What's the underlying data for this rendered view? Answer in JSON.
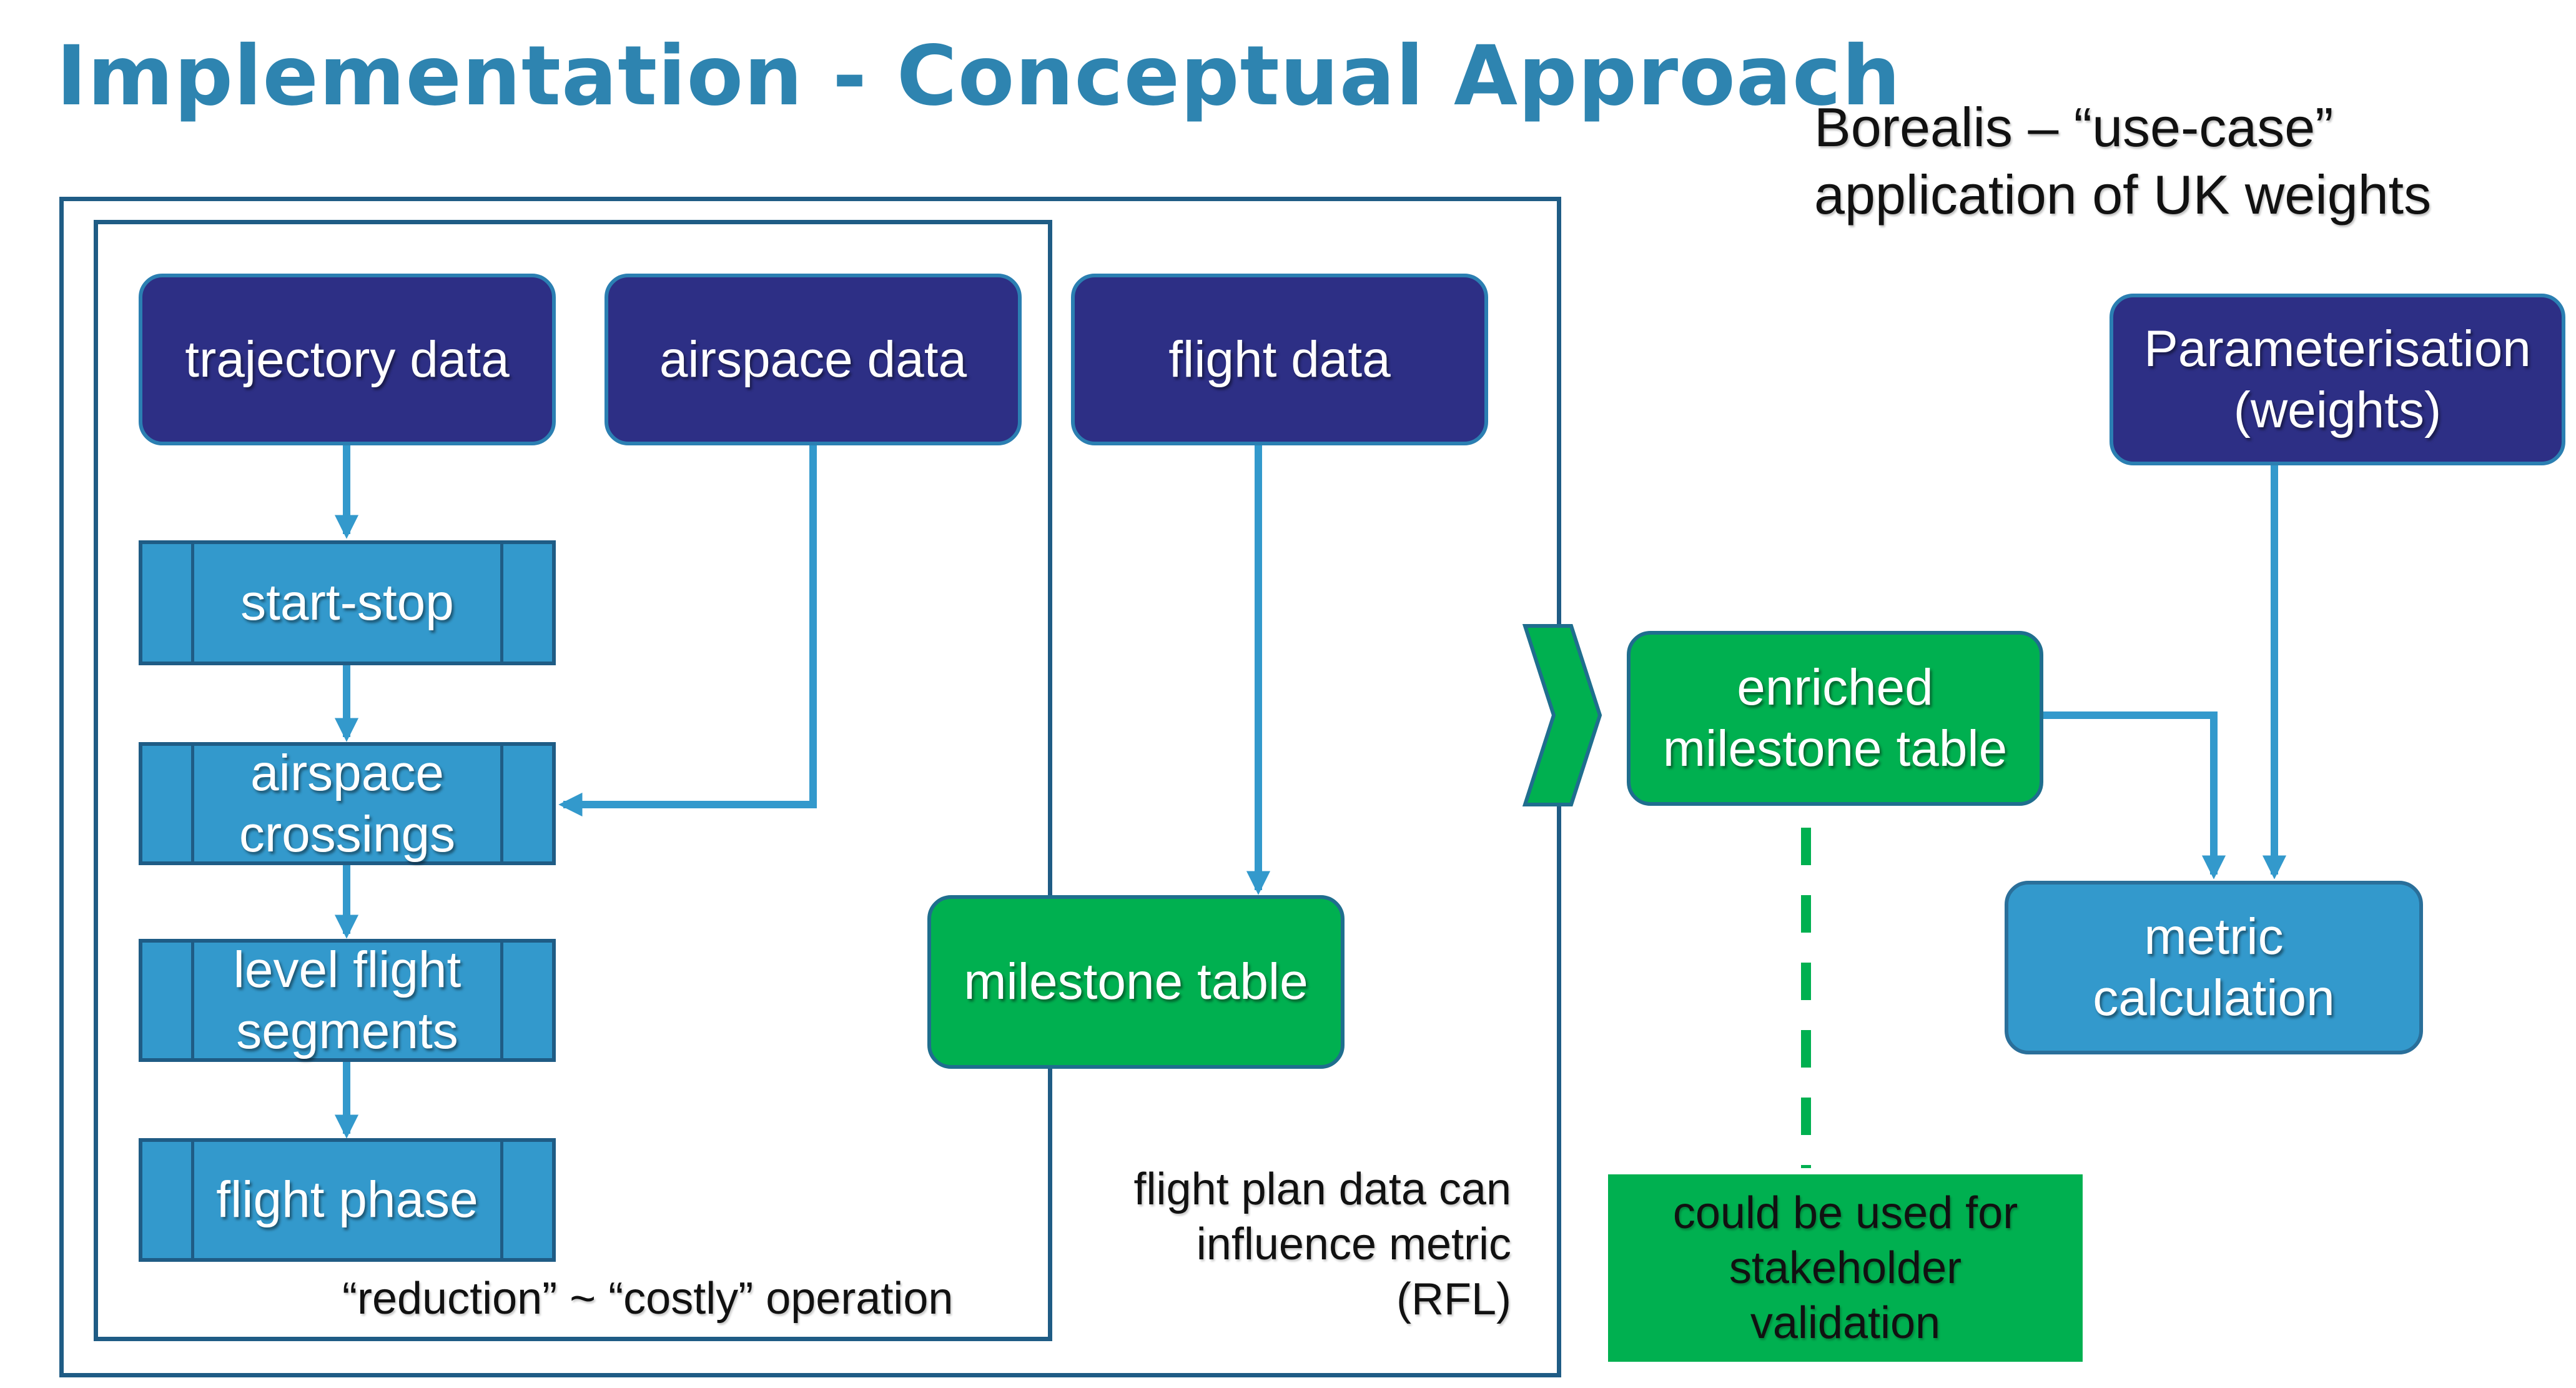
{
  "title": "Implementation - Conceptual Approach",
  "subtitle": {
    "line1": "Borealis – “use-case”",
    "line2": "application of UK weights"
  },
  "nodes": {
    "trajectory_data": "trajectory data",
    "airspace_data": "airspace data",
    "flight_data": "flight data",
    "start_stop": "start-stop",
    "airspace_crossings": [
      "airspace",
      "crossings"
    ],
    "level_flight_segments": [
      "level flight",
      "segments"
    ],
    "flight_phase": "flight phase",
    "milestone_table": "milestone table",
    "enriched_milestone_table": [
      "enriched",
      "milestone table"
    ],
    "parameterisation": [
      "Parameterisation",
      "(weights)"
    ],
    "metric_calculation": [
      "metric",
      "calculation"
    ]
  },
  "notes": {
    "reduction": "“reduction” ~ “costly” operation",
    "flight_plan": [
      "flight plan data can",
      "influence metric",
      "(RFL)"
    ],
    "stakeholder": [
      "could be used for",
      "stakeholder",
      "validation"
    ]
  },
  "colors": {
    "title": "#2e84b0",
    "navy_box": "#2d2f85",
    "green_box": "#00b050",
    "blue_box": "#3399cc",
    "connector": "#3399cc",
    "frame": "#1f5c85"
  }
}
